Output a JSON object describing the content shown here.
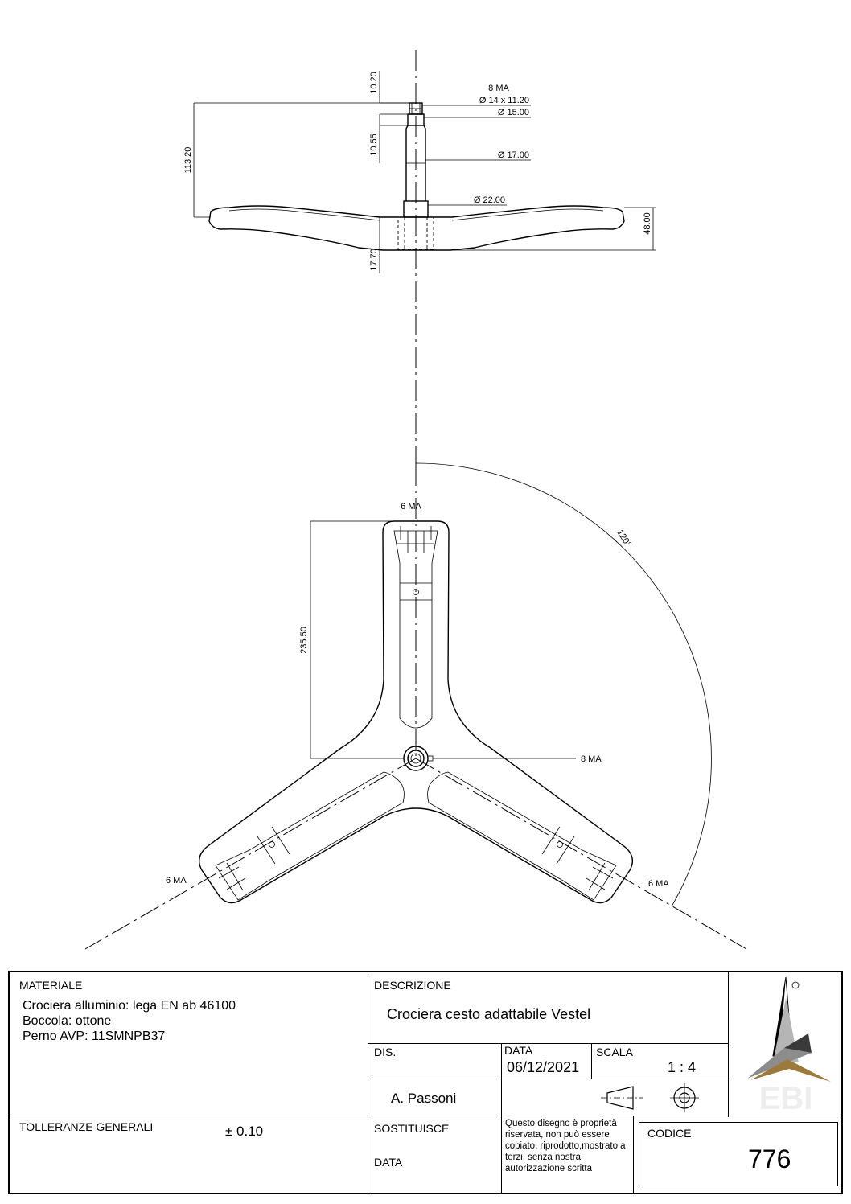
{
  "drawing": {
    "side_view": {
      "thread_top": "8 MA",
      "dia_thread": "Ø 14 x 11.20",
      "dia_15": "Ø 15.00",
      "dia_17": "Ø 17.00",
      "dia_22": "Ø 22.00",
      "dim_10_20": "10.20",
      "dim_10_55": "10.55",
      "dim_113_20": "113.20",
      "dim_17_70": "17.70",
      "dim_48_00": "48.00"
    },
    "plan_view": {
      "thread_top_arm": "6 MA",
      "thread_left_arm": "6 MA",
      "thread_right_arm": "6 MA",
      "thread_center": "8 MA",
      "dim_arm": "235.50",
      "angle": "120°"
    }
  },
  "title_block": {
    "materiale_label": "MATERIALE",
    "materiale_lines": [
      "Crociera alluminio: lega EN ab 46100",
      "Boccola: ottone",
      "Perno AVP: 11SMNPB37"
    ],
    "tolleranze_label": "TOLLERANZE GENERALI",
    "tolleranze_value": "± 0.10",
    "descrizione_label": "DESCRIZIONE",
    "descrizione_value": "Crociera cesto adattabile Vestel",
    "dis_label": "DIS.",
    "dis_value": "A. Passoni",
    "data_label": "DATA",
    "data_value": "06/12/2021",
    "scala_label": "SCALA",
    "scala_value": "1 : 4",
    "sostituisce_label": "SOSTITUISCE",
    "data2_label": "DATA",
    "note": "Questo disegno è proprietà riservata, non può essere copiato, riprodotto,mostrato a terzi, senza nostra autorizzazione scritta",
    "codice_label": "CODICE",
    "codice_value": "776",
    "logo_text": "EBI"
  }
}
